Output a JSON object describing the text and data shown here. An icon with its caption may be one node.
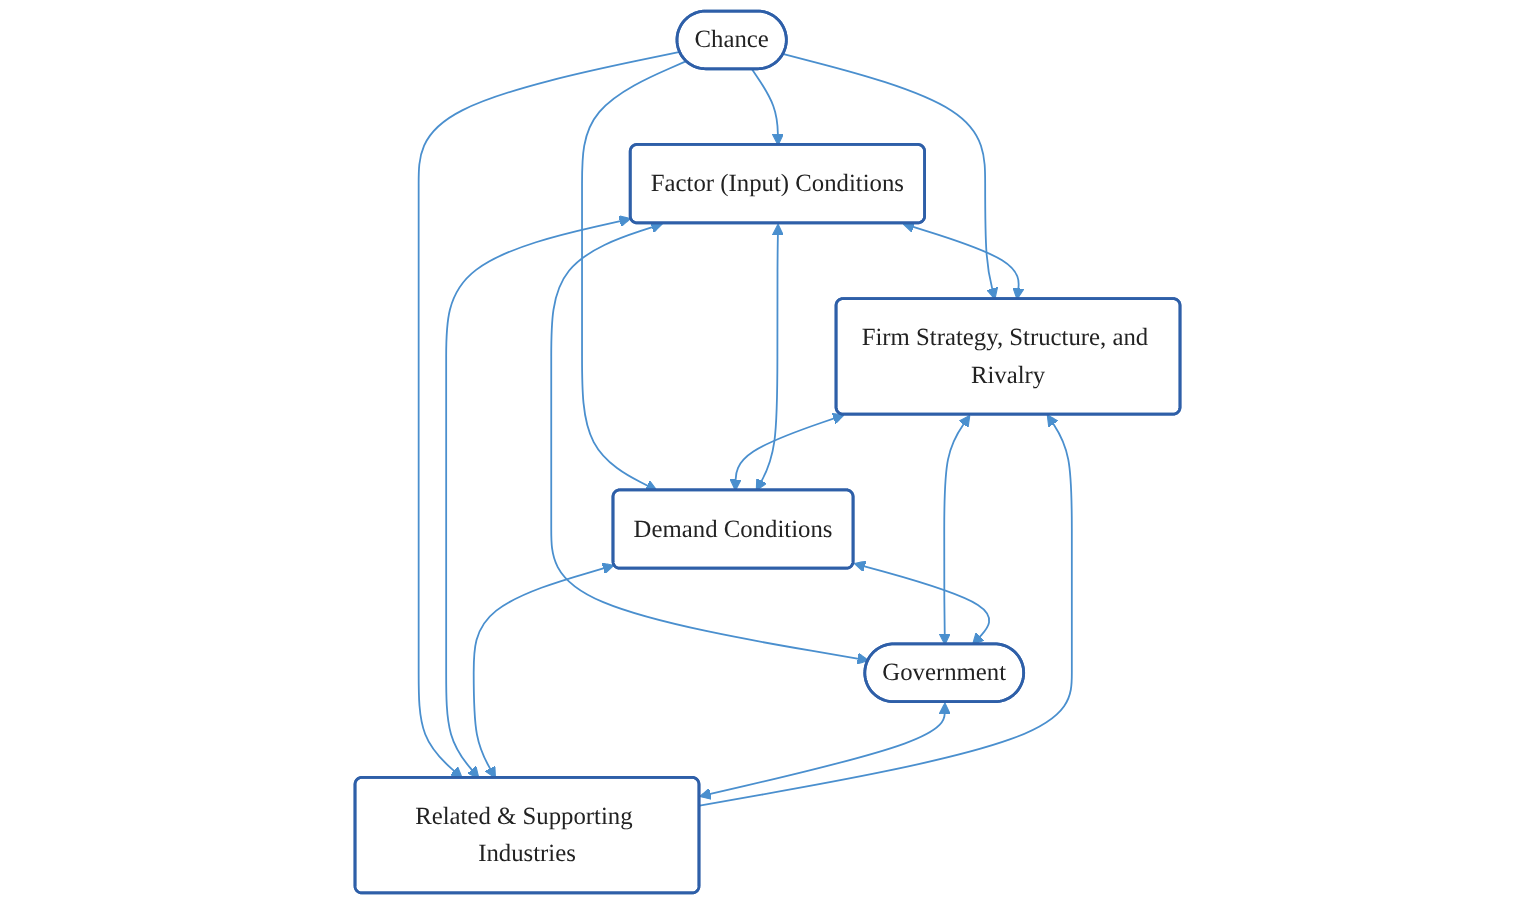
{
  "diagram": {
    "nodes": [
      {
        "text": [
          "Firm Strategy, Structure, and Rivalry"
        ]
      },
      {
        "text": [
          "Chance"
        ]
      },
      {
        "text": [
          "Factor (Input) Conditions"
        ]
      },
      {
        "text": [
          "Demand Conditions"
        ]
      },
      {
        "text": [
          "Government"
        ]
      },
      {
        "text": [
          "Related & Supporting Industries"
        ]
      }
    ],
    "edges": [
      {
        "from": 1,
        "to": 0,
        "arrow": "to"
      },
      {
        "from": 1,
        "to": 2,
        "arrow": "to"
      },
      {
        "from": 1,
        "to": 3,
        "arrow": "to"
      },
      {
        "from": 1,
        "to": 5,
        "arrow": "to"
      },
      {
        "from": 2,
        "to": 0,
        "arrow": "both"
      },
      {
        "from": 0,
        "to": 3,
        "arrow": "both"
      },
      {
        "from": 2,
        "to": 3,
        "arrow": "both"
      },
      {
        "from": 2,
        "to": 5,
        "arrow": "both"
      },
      {
        "from": 2,
        "to": 4,
        "arrow": "both"
      },
      {
        "from": 5,
        "to": 0,
        "arrow": "to"
      },
      {
        "from": 0,
        "to": 4,
        "arrow": "both"
      },
      {
        "from": 3,
        "to": 5,
        "arrow": "both"
      },
      {
        "from": 3,
        "to": 4,
        "arrow": "both"
      },
      {
        "from": 4,
        "to": 5,
        "arrow": "both"
      }
    ]
  }
}
